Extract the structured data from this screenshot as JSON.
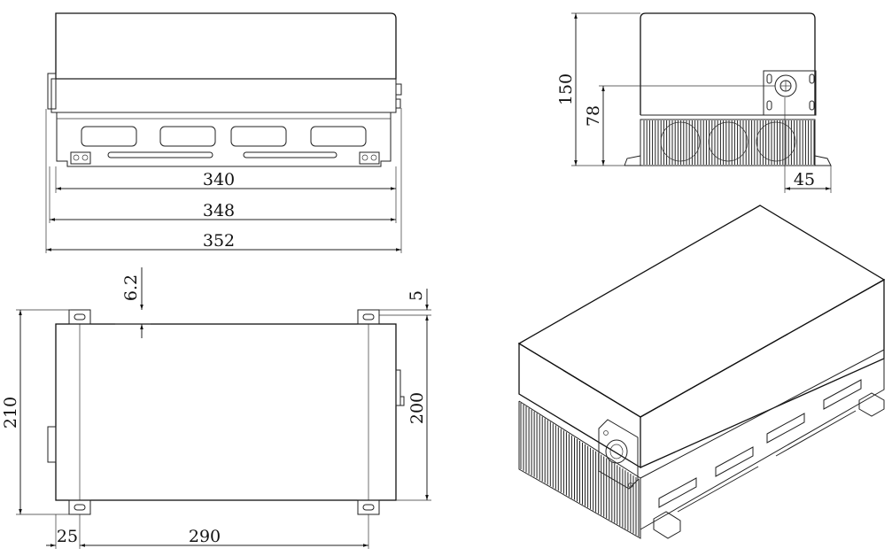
{
  "drawing": {
    "front_view": {
      "dim_340": "340",
      "dim_348": "348",
      "dim_352": "352"
    },
    "side_view": {
      "dim_150": "150",
      "dim_78": "78",
      "dim_45": "45"
    },
    "top_view": {
      "dim_6_2": "6.2",
      "dim_5": "5",
      "dim_210": "210",
      "dim_200": "200",
      "dim_25": "25",
      "dim_290": "290"
    }
  },
  "colors": {
    "line": "#222222",
    "background": "#ffffff"
  }
}
